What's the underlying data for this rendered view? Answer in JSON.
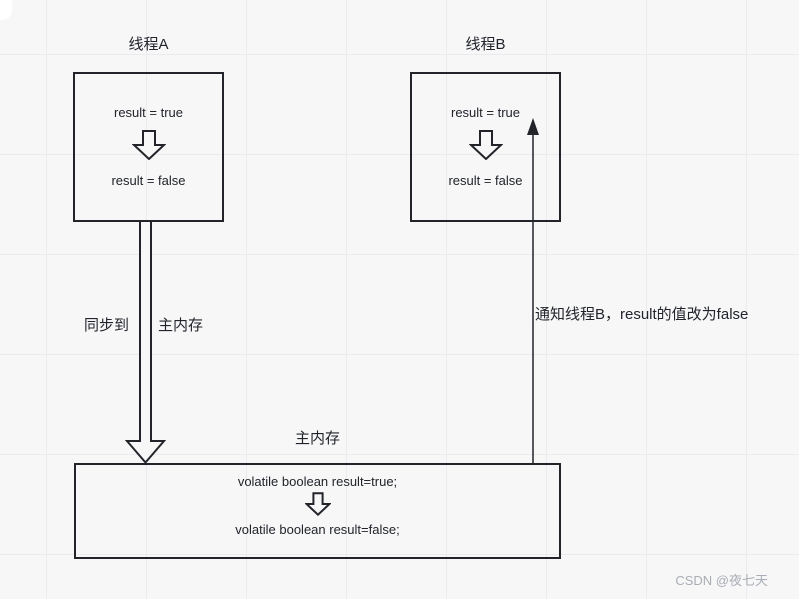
{
  "diagram": {
    "thread_a": {
      "title": "线程A",
      "state_before": "result = true",
      "state_after": "result = false"
    },
    "thread_b": {
      "title": "线程B",
      "state_before": "result = true",
      "state_after": "result = false"
    },
    "main_memory": {
      "title": "主内存",
      "statement_before": "volatile boolean result=true;",
      "statement_after": "volatile boolean result=false;"
    },
    "sync_arrow": {
      "label_left": "同步到",
      "label_right": "主内存"
    },
    "notify_arrow": {
      "label": "通知线程B，result的值改为false"
    }
  },
  "watermark": "CSDN @夜七天",
  "colors": {
    "background": "#f7f7f8",
    "grid_line": "#ebebed",
    "shape_stroke": "#22242a",
    "text": "#21242a",
    "watermark": "#a9adb5"
  }
}
